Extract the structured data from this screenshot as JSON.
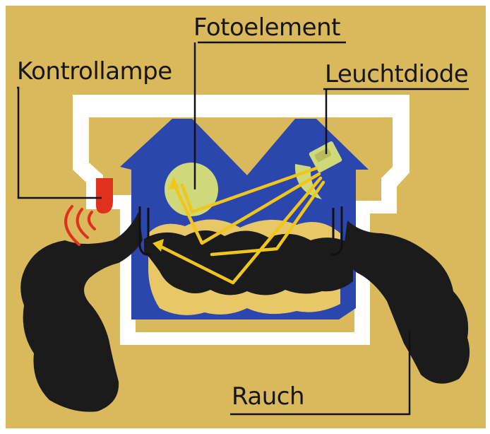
{
  "labels": {
    "photo_element": "Fotoelement",
    "control_lamp": "Kontrollampe",
    "led": "Leuchtdiode",
    "smoke": "Rauch"
  },
  "colors": {
    "background": "#d9b95c",
    "housing_blue": "#2b47ad",
    "frame_white": "#ffffff",
    "smoke_black": "#1b1b1b",
    "light_rays": "#f1c61c",
    "lamp_red": "#e0311e",
    "photo_element_fill": "#cfd97a",
    "outline": "#111111"
  },
  "icons": {
    "lamp": "red-indicator-lamp",
    "led": "light-emitting-diode",
    "photo_element": "photo-cell"
  }
}
